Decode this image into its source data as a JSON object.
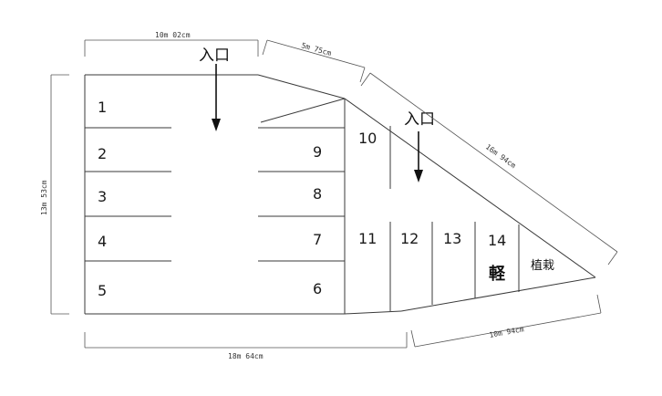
{
  "entrances": {
    "top": "入口",
    "right": "入口"
  },
  "spaces": {
    "s1": "1",
    "s2": "2",
    "s3": "3",
    "s4": "4",
    "s5": "5",
    "s6": "6",
    "s7": "7",
    "s8": "8",
    "s9": "9",
    "s10": "10",
    "s11": "11",
    "s12": "12",
    "s13": "13",
    "s14": "14"
  },
  "space14_note": "軽",
  "planting_label": "植栽",
  "dimensions": {
    "top_left": "10m 02cm",
    "top_middle": "5m 75cm",
    "diagonal_right": "16m 94cm",
    "left_side": "13m 53cm",
    "bottom_left": "18m 64cm",
    "bottom_right": "10m 94cm"
  },
  "colors": {
    "line": "#3a3a3a",
    "text": "#1a1a1a"
  }
}
